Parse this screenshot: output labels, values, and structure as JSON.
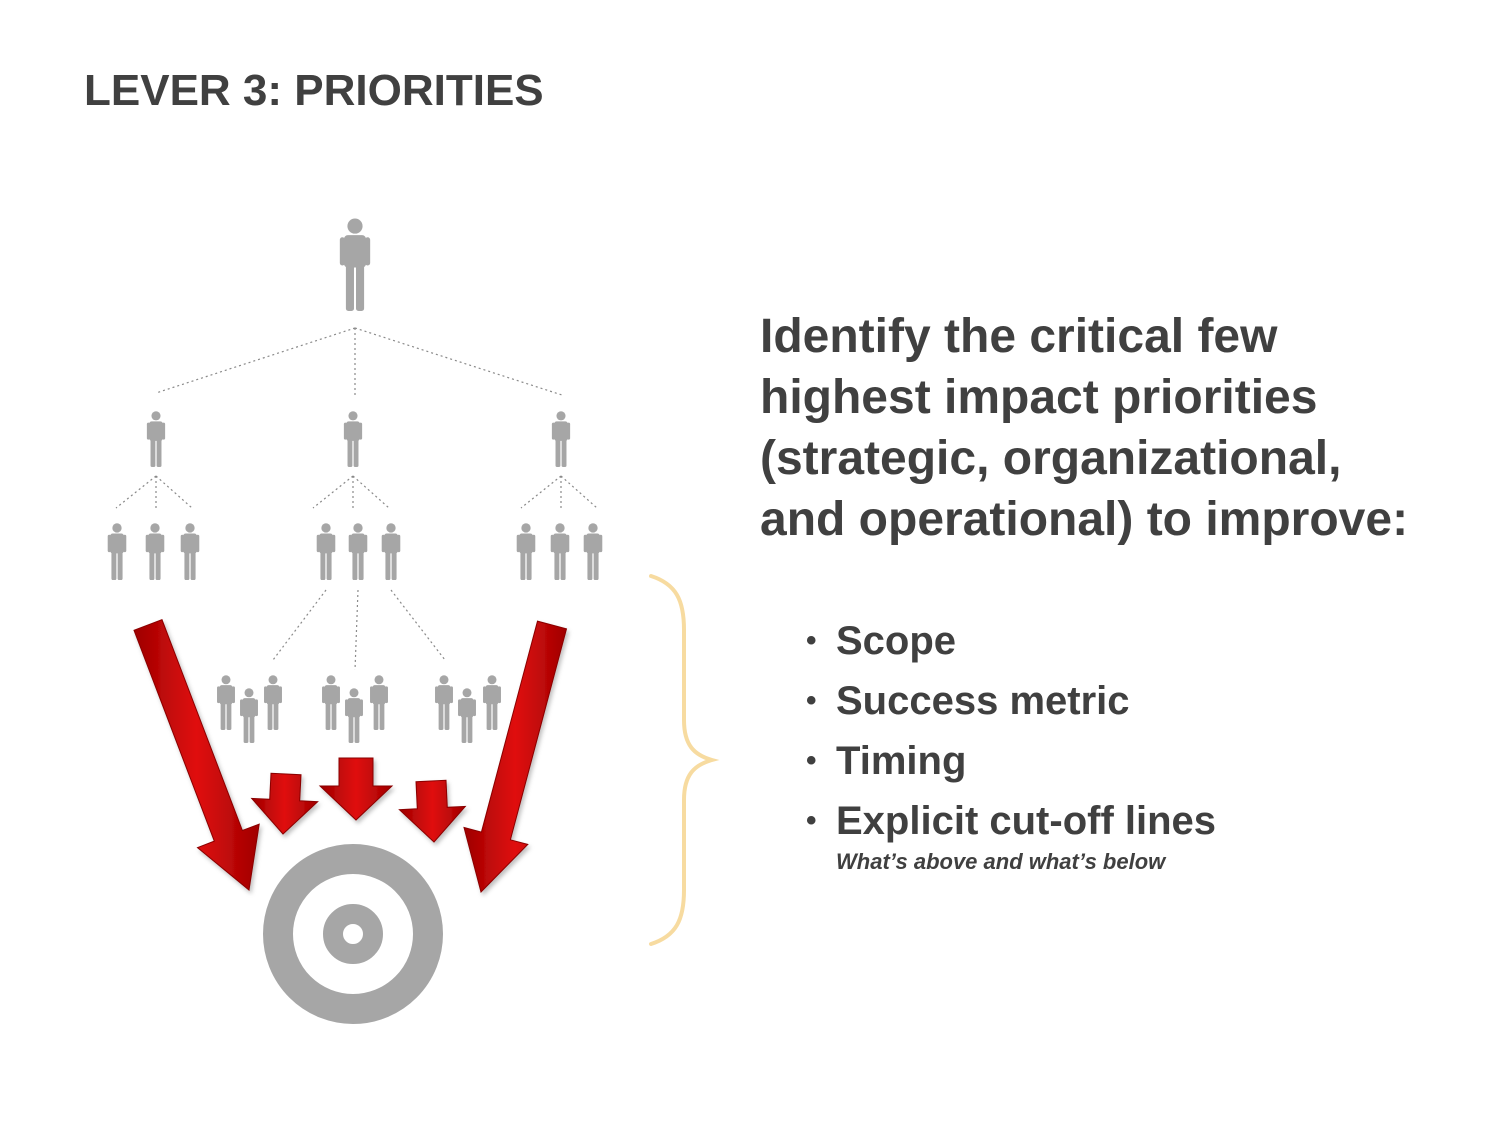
{
  "title": "LEVER 3: PRIORITIES",
  "headline_lines": [
    "Identify the critical few",
    "highest impact priorities",
    "(strategic, organizational,",
    "and operational) to improve:"
  ],
  "bullets": [
    "Scope",
    "Success metric",
    "Timing",
    "Explicit cut-off lines"
  ],
  "bullet_glyph": "•",
  "sublabel": "What’s above and what’s below",
  "colors": {
    "text": "#404040",
    "person": "#a6a6a6",
    "arrow": "#c00000",
    "arrow_shadow": "#7a0000",
    "target": "#a6a6a6",
    "brace": "#f7dba0"
  },
  "icons": {
    "person": "person-icon",
    "arrow": "arrow-down-icon",
    "target": "target-icon",
    "brace": "curly-brace-icon"
  }
}
